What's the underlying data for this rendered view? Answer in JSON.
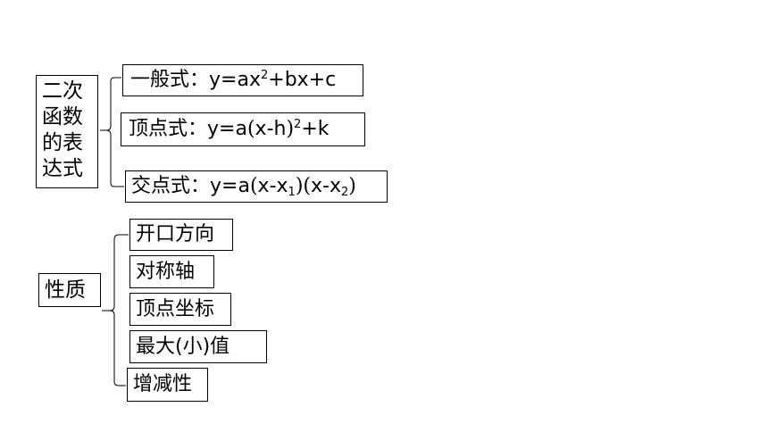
{
  "main_label": [
    "二次",
    "函数",
    "的表",
    "达式"
  ],
  "forms": {
    "general": {
      "name": "一般式：",
      "eq_prefix": "y=ax",
      "exp": "2",
      "eq_suffix": "+bx+c"
    },
    "vertex": {
      "name": "顶点式：",
      "eq_prefix": "y=a",
      "lp": "(",
      "inner": "x-h",
      "rp": ")",
      "exp": "2",
      "eq_suffix": "+k"
    },
    "intercept": {
      "name": "交点式：",
      "eq_prefix": "y=a",
      "lp1": "(",
      "inner1": "x-x",
      "sub1": "1",
      "rp1": ")",
      "lp2": "(",
      "inner2": "x-x",
      "sub2": "2",
      "rp2": ")"
    }
  },
  "properties_label": "性质",
  "properties": [
    "开口方向",
    "对称轴",
    "顶点坐标",
    "最大(小)值",
    "增减性"
  ]
}
